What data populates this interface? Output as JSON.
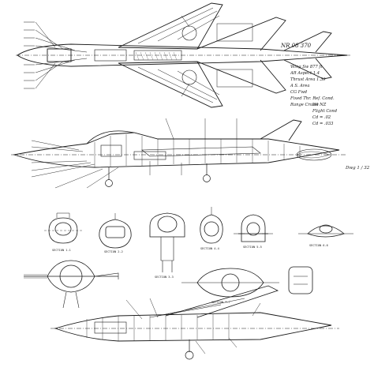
{
  "drawing": {
    "model_label": "NR 08 370",
    "spec_notes": [
      "Wing  Sw  877 ft",
      "AR  Aspect  1.4",
      "Thrust  Area  1.39",
      "A  S. Area",
      "CG  Fwd",
      "Fixed Thr. Ref. Cond.",
      "Range Cruise"
    ],
    "weight_notes": [
      "Wt  NZ",
      "Flight Cond",
      "Cd  = .02",
      "Cd  = .033"
    ],
    "sheet_mark": "Dwg 1 / 32"
  },
  "sections": {
    "labels": [
      "SECTION 1-1",
      "SECTION 2-2",
      "SECTION 3-3",
      "SECTION 4-4",
      "SECTION 5-5",
      "SECTION 6-6",
      "SECTION 7-7"
    ]
  },
  "colors": {
    "ink": "#1a1a1a",
    "paper": "#ffffff",
    "hatch": "#555555"
  }
}
